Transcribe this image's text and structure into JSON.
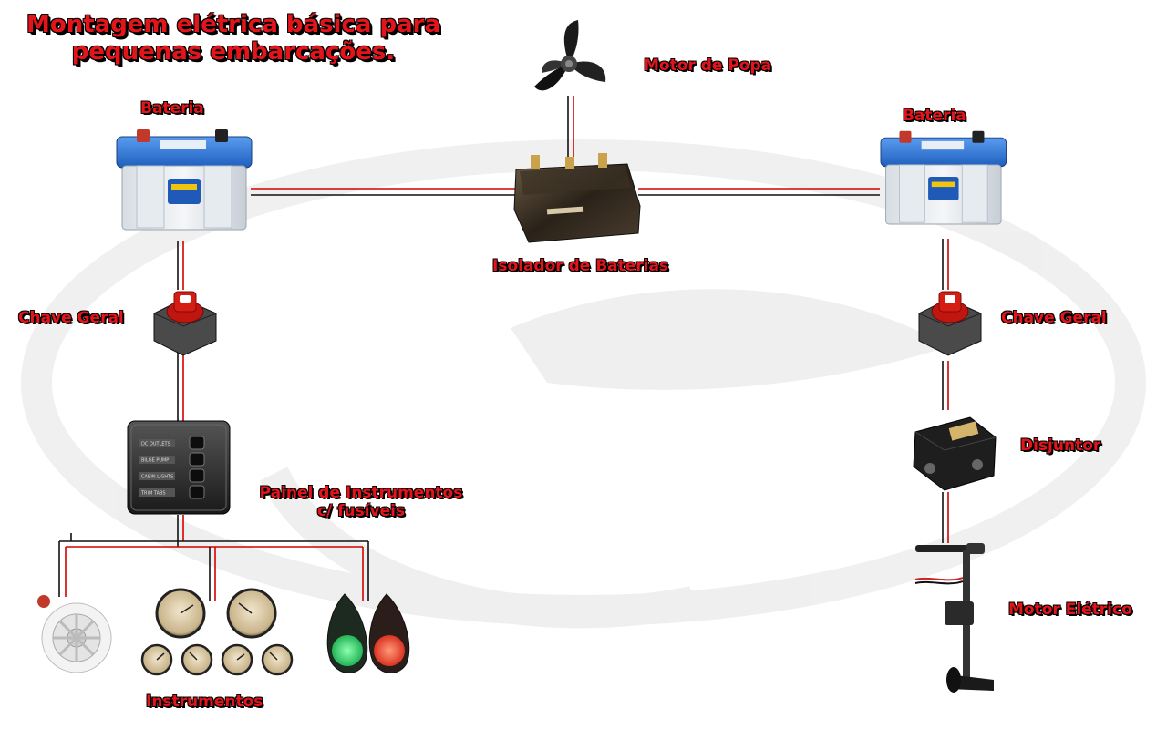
{
  "title": {
    "line1": "Montagem elétrica básica para",
    "line2": "pequenas embarcações."
  },
  "components": {
    "battery_left": "Bateria",
    "battery_right": "Bateria",
    "outboard_motor": "Motor de Popa",
    "battery_isolator": "Isolador de Baterias",
    "main_switch_left": "Chave Geral",
    "main_switch_right": "Chave Geral",
    "instrument_panel_line1": "Painel de Instrumentos",
    "instrument_panel_line2": "c/ fusíveis",
    "breaker": "Disjuntor",
    "electric_motor": "Motor Elétrico",
    "instruments": "Instrumentos"
  },
  "panel_switches": [
    "DC OUTLETS",
    "BILGE PUMP",
    "CABIN LIGHTS",
    "TRIM TABS"
  ],
  "colors": {
    "label": "#e4141b",
    "wire_positive": "#d40000",
    "wire_negative": "#111111",
    "battery_blue": "#2f6fd0"
  },
  "icons": [
    "propeller-icon",
    "battery-icon",
    "isolator-icon",
    "switch-icon",
    "panel-icon",
    "breaker-icon",
    "trolling-motor-icon",
    "speaker-icon",
    "gauge-icon",
    "nav-light-icon"
  ]
}
